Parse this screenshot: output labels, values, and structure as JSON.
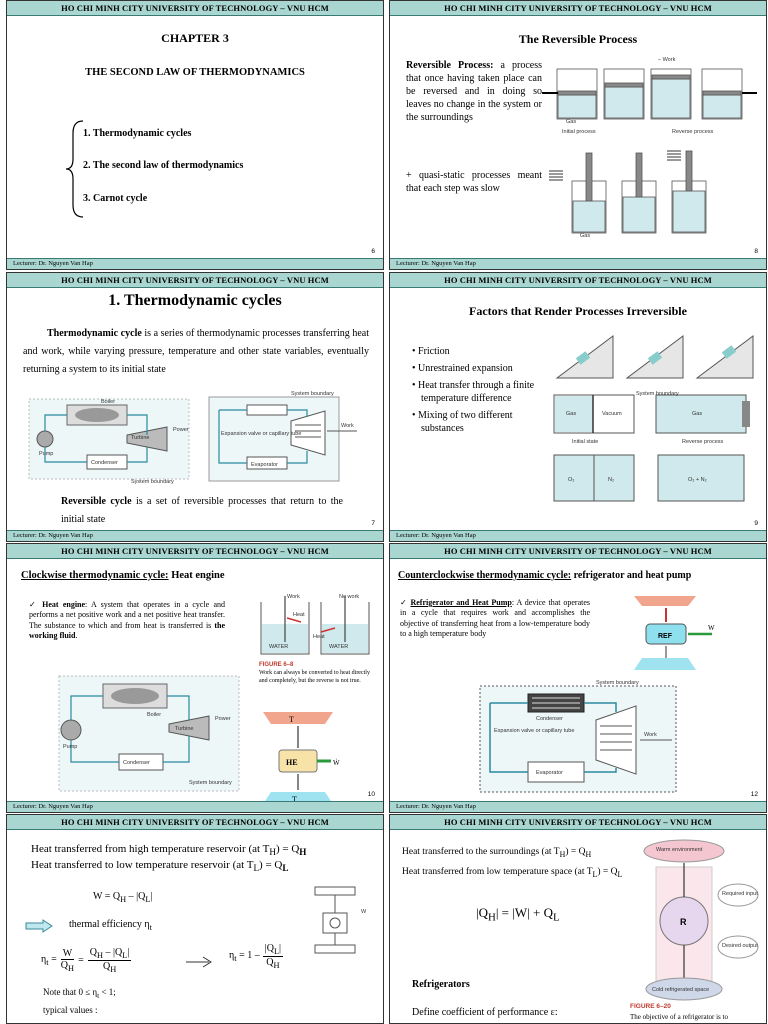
{
  "header": "HO CHI MINH CITY UNIVERSITY OF TECHNOLOGY – VNU HCM",
  "footer": "Lecturer: Dr. Nguyen Van Hap",
  "slides": {
    "s6": {
      "page": "6",
      "chapter": "CHAPTER 3",
      "title": "THE SECOND LAW OF THERMODYNAMICS",
      "items": [
        "1. Thermodynamic cycles",
        "2. The second law of thermodynamics",
        "3.  Carnot cycle"
      ]
    },
    "s8": {
      "page": "8",
      "title": "The Reversible Process",
      "term": "Reversible Process:",
      "def": " a process that once having taken place can be reversed and in doing so leaves no change in the system or the surroundings",
      "plus": "+  quasi-static processes meant that each step was slow",
      "lbl_work": "– Work",
      "lbl_gas": "Gas",
      "lbl_initial": "Initial process",
      "lbl_reverse": "Reverse process"
    },
    "s7": {
      "page": "7",
      "title": "1.  Thermodynamic cycles",
      "term": "Thermodynamic cycle",
      "def": " is a series of thermodynamic processes transferring heat and work, while varying pressure, temperature and other state variables, eventually returning a system to its initial state",
      "term2": "Reversible cycle",
      "def2": " is a set of reversible processes that return to the initial state",
      "lbl_boiler": "Boiler",
      "lbl_pump": "Pump",
      "lbl_turbine": "Turbine",
      "lbl_condenser": "Condenser",
      "lbl_power": "Power",
      "lbl_sys": "System boundary",
      "lbl_evap": "Evaporator",
      "lbl_exp": "Expansion valve or capillary tube",
      "lbl_work": "Work"
    },
    "s9": {
      "page": "9",
      "title": "Factors that Render Processes Irreversible",
      "bullets": [
        "Friction",
        "Unrestrained expansion",
        "Heat transfer through a finite temperature difference",
        "Mixing of two different substances"
      ],
      "lbl_gas": "Gas",
      "lbl_vacuum": "Vacuum",
      "lbl_initial": "Initial state",
      "lbl_reverse": "Reverse process",
      "lbl_o2": "O₂",
      "lbl_n2": "N₂",
      "lbl_mix": "O₂ + N₂",
      "lbl_sys": "System boundary"
    },
    "s10": {
      "page": "10",
      "title_u": "Clockwise thermodynamic cycle:",
      "title_rest": " Heat engine",
      "term": "Heat engine",
      "def": ": A system that operates in a cycle and performs a net positive work and a net positive heat transfer.  The substance to which and from heat is transferred is ",
      "term2": "the working fluid",
      "fig": "FIGURE 6–8",
      "figcap": "Work can always be converted to heat directly and completely, but the reverse is not true.",
      "lbl_work": "Work",
      "lbl_nowork": "No work",
      "lbl_heat": "Heat",
      "lbl_water": "WATER",
      "lbl_th": "T",
      "lbl_tl": "T",
      "lbl_he": "HE",
      "lbl_w": "Ẇ"
    },
    "s12": {
      "page": "12",
      "title_u": "Counterclockwise thermodynamic cycle:",
      "title_rest": " refrigerator and heat pump",
      "term": "Refrigerator and Heat Pump",
      "def": ": A device that operates in a cycle that requires work and accomplishes the objective of transferring heat from a low-temperature body to a high temperature body",
      "lbl_ref": "REF",
      "lbl_w": "W",
      "lbl_sys": "System boundary",
      "lbl_cond": "Condenser",
      "lbl_exp": "Expansion valve or capillary tube",
      "lbl_evap": "Evaporator",
      "lbl_work": "Work"
    },
    "s11": {
      "line1": "Heat transferred from high temperature reservoir (at T",
      "line1b": ") = Q",
      "line2": "Heat transferred to low temperature reservoir (at T",
      "line2b": ") = Q",
      "eq_w": "W = Q",
      "eff": "thermal efficiency η",
      "note1": "Note that 0 ≤ η",
      "note1b": " < 1;",
      "note2": "typical values :"
    },
    "s13": {
      "line1": "Heat transferred to the surroundings (at T",
      "line1b": ") = Q",
      "line2": "Heat transferred from low temperature space (at T",
      "line2b": ") = Q",
      "eq": "|Q",
      "refr": "Refrigerators",
      "cop": "Define coefficient of performance ε:",
      "fig": "FIGURE 6–20",
      "figcap": "The objective of a refrigerator is to",
      "lbl_warm": "Warm environment",
      "lbl_cold": "Cold refrigerated space",
      "lbl_req": "Required input",
      "lbl_des": "Desired output",
      "lbl_r": "R"
    }
  }
}
